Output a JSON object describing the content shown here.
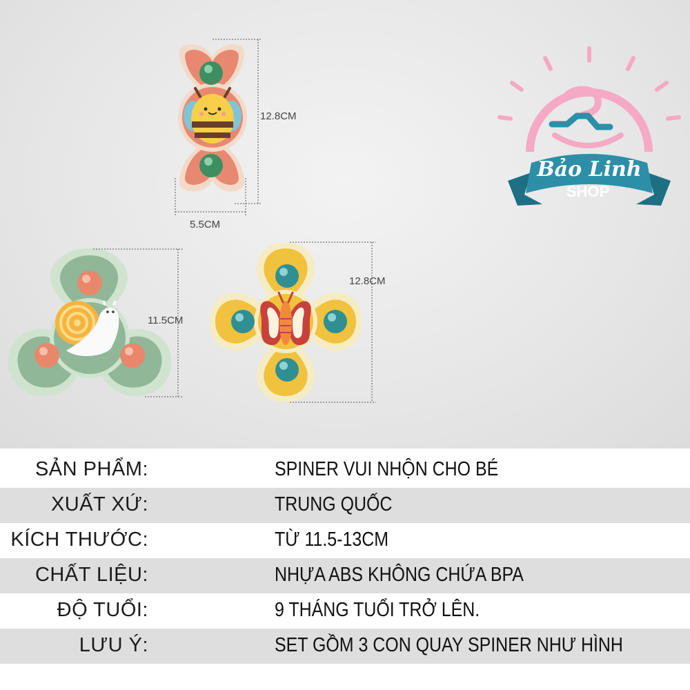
{
  "dimensions": {
    "bee_height": "12.8CM",
    "bee_width": "5.5CM",
    "snail_height": "11.5CM",
    "butterfly_height": "12.8CM"
  },
  "logo": {
    "name": "Bảo Linh",
    "sub": "SHOP"
  },
  "colors": {
    "bee_body": "#e88870",
    "bee_rim": "#f3d9c8",
    "snail_body": "#8fb798",
    "snail_rim": "#cfe3cf",
    "butterfly_body": "#f0c23e",
    "butterfly_rim": "#f5ecc4",
    "logo_pink": "#f5a9c4",
    "logo_teal": "#2c8fa7"
  },
  "specs": [
    {
      "label": "SẢN PHẨM:",
      "value": "SPINER VUI NHỘN CHO BÉ"
    },
    {
      "label": "XUẤT XỨ:",
      "value": "TRUNG QUỐC"
    },
    {
      "label": "KÍCH THƯỚC:",
      "value": "TỪ 11.5-13CM"
    },
    {
      "label": "CHẤT LIỆU:",
      "value": "NHỰA ABS KHÔNG CHỨA BPA"
    },
    {
      "label": "ĐỘ TUỔI:",
      "value": "9 THÁNG TUỔI TRỞ LÊN."
    },
    {
      "label": "LƯU Ý:",
      "value": "SET GỒM 3 CON QUAY SPINER NHƯ HÌNH"
    }
  ]
}
